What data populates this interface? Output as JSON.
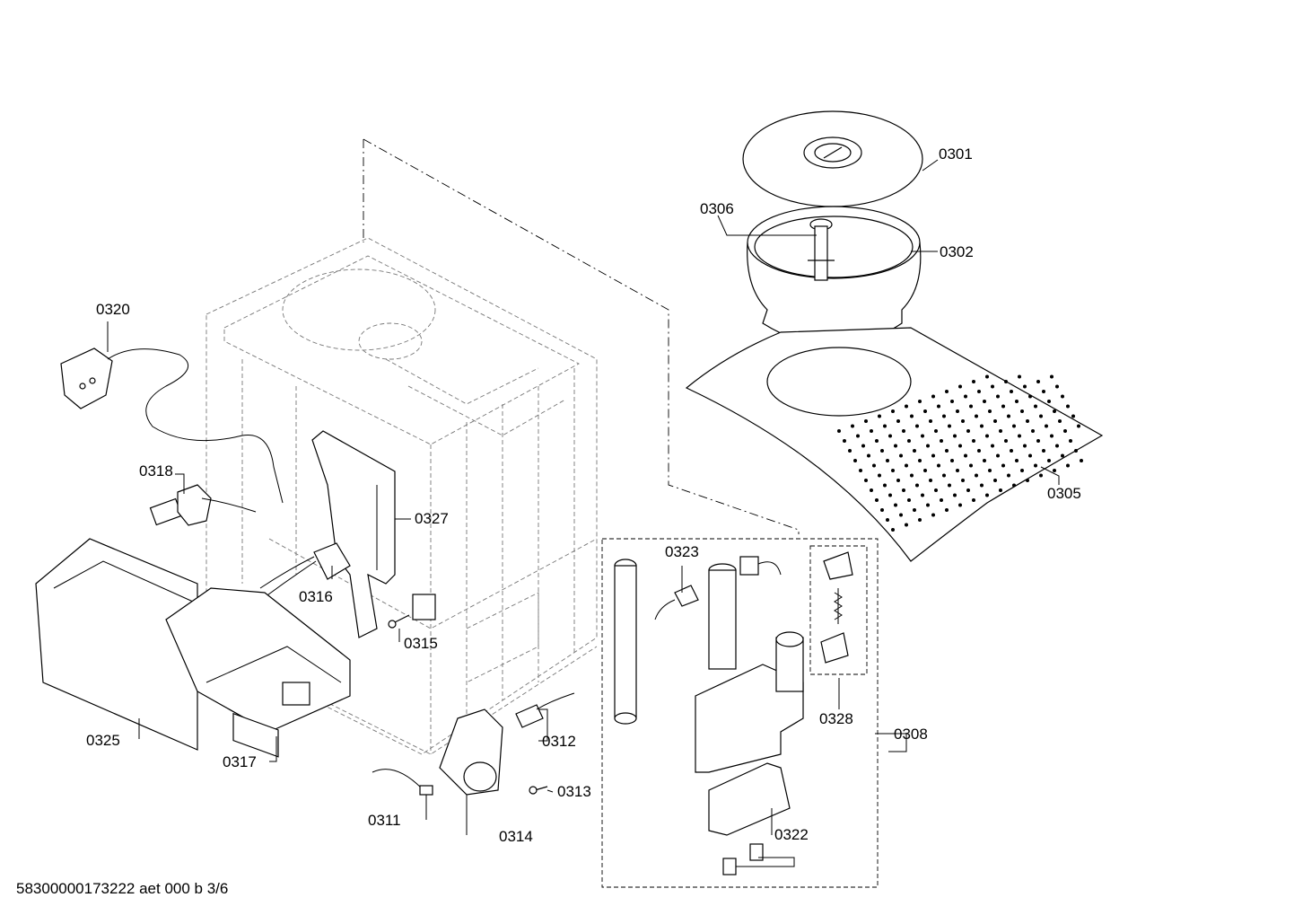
{
  "footer": {
    "document_code": "58300000173222 aet 000 b 3/6"
  },
  "callouts": {
    "p0301": "0301",
    "p0302": "0302",
    "p0305": "0305",
    "p0306": "0306",
    "p0308": "0308",
    "p0311": "0311",
    "p0312": "0312",
    "p0313": "0313",
    "p0314": "0314",
    "p0315": "0315",
    "p0316": "0316",
    "p0317": "0317",
    "p0318": "0318",
    "p0320": "0320",
    "p0322": "0322",
    "p0323": "0323",
    "p0325": "0325",
    "p0327": "0327",
    "p0328": "0328"
  }
}
